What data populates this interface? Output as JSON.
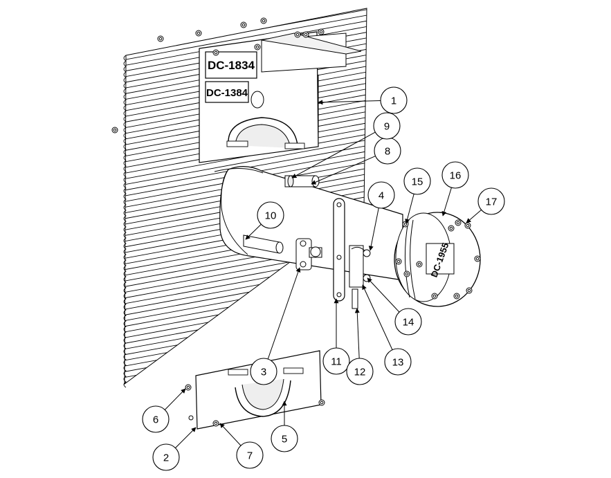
{
  "plate_labels": {
    "upper_bracket_top": "DC-1834",
    "upper_bracket_bottom": "DC-1384",
    "end_cap": "DC-1955"
  },
  "callouts": [
    {
      "id": "1",
      "label": "1"
    },
    {
      "id": "2",
      "label": "2"
    },
    {
      "id": "3",
      "label": "3"
    },
    {
      "id": "4",
      "label": "4"
    },
    {
      "id": "5",
      "label": "5"
    },
    {
      "id": "6",
      "label": "6"
    },
    {
      "id": "7",
      "label": "7"
    },
    {
      "id": "8",
      "label": "8"
    },
    {
      "id": "9",
      "label": "9"
    },
    {
      "id": "10",
      "label": "10"
    },
    {
      "id": "11",
      "label": "11"
    },
    {
      "id": "12",
      "label": "12"
    },
    {
      "id": "13",
      "label": "13"
    },
    {
      "id": "14",
      "label": "14"
    },
    {
      "id": "15",
      "label": "15"
    },
    {
      "id": "16",
      "label": "16"
    },
    {
      "id": "17",
      "label": "17"
    }
  ],
  "colors": {
    "stroke": "#000000",
    "fill": "#ffffff",
    "shade": "#e6e6e6"
  }
}
